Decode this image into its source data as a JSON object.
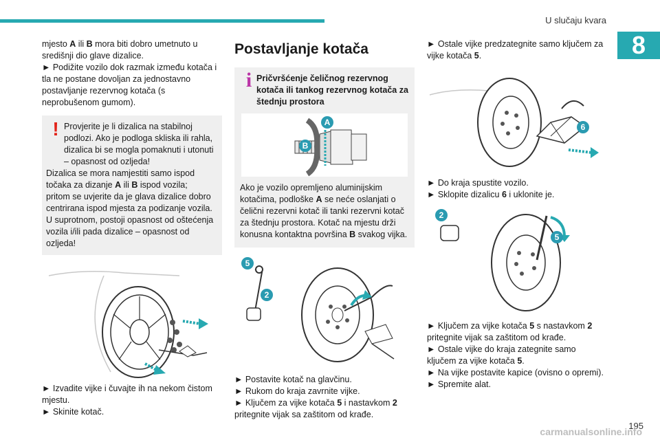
{
  "header": {
    "title": "U slučaju kvara",
    "chapter": "8"
  },
  "col1": {
    "p1": [
      "mjesto ",
      "A",
      " ili ",
      "B",
      " mora biti dobro umetnuto u središnji dio glave dizalice."
    ],
    "p2": "► Podižite vozilo dok razmak između kotača i tla ne postane dovoljan za jednostavno postavljanje rezervnog kotača (s neprobušenom gumom).",
    "warning": {
      "icon": "!",
      "l1": "Provjerite je li dizalica na stabilnoj podlozi. Ako je podloga skliska ili rahla, dizalica bi se mogla pomaknuti i utonuti – opasnost od ozljeda!",
      "l2": [
        "Dizalica se mora namjestiti samo ispod točaka za dizanje ",
        "A",
        " ili ",
        "B",
        " ispod vozila;"
      ],
      "l3": "pritom se uvjerite da je glava dizalice dobro centrirana ispod mjesta za podizanje vozila.",
      "l4": "U suprotnom, postoji opasnost od oštećenja vozila i/ili pada dizalice – opasnost od ozljeda!"
    },
    "after": [
      "► Izvadite vijke i čuvajte ih na nekom čistom mjestu.",
      "► Skinite kotač."
    ]
  },
  "col2": {
    "heading": "Postavljanje kotača",
    "info": {
      "icon": "i",
      "title": "Pričvršćenje čeličnog rezervnog kotača ili tankog rezervnog kotača za štednju prostora",
      "label_a": "A",
      "label_b": "B",
      "body": [
        "Ako je vozilo opremljeno aluminijskim kotačima, podloške ",
        "A",
        " se neće oslanjati o čelični rezervni kotač ili tanki rezervni kotač za štednju prostora. Kotač na mjestu drži konusna kontaktna površina ",
        "B",
        " svakog vijka."
      ]
    },
    "label_5": "5",
    "label_2": "2",
    "steps": [
      "► Postavite kotač na glavčinu.",
      "► Rukom do kraja zavrnite vijke.",
      [
        "► Ključem za vijke kotača ",
        "5",
        " i nastavkom ",
        "2",
        " pritegnite vijak sa zaštitom od krađe."
      ]
    ]
  },
  "col3": {
    "p1": [
      "► Ostale vijke predzategnite samo ključem za vijke kotača ",
      "5",
      "."
    ],
    "label_6": "6",
    "p2": [
      "► Do kraja spustite vozilo.",
      "► Sklopite dizalicu "
    ],
    "p2b": [
      "6",
      " i uklonite je."
    ],
    "label_2": "2",
    "label_5": "5",
    "p3": [
      "► Ključem za vijke kotača ",
      "5",
      " s nastavkom ",
      "2",
      " pritegnite vijak sa zaštitom od krađe."
    ],
    "p4": [
      "► Ostale vijke do kraja zategnite samo ključem za vijke kotača ",
      "5",
      "."
    ],
    "p5": "► Na vijke postavite kapice (ovisno o opremi).",
    "p6": "► Spremite alat."
  },
  "footer": {
    "page": "195",
    "watermark": "carmanualsonline.info"
  },
  "colors": {
    "accent": "#27a9b1",
    "warning": "#e2231a",
    "info": "#bb35a7",
    "badge": "#2a9bb1"
  }
}
